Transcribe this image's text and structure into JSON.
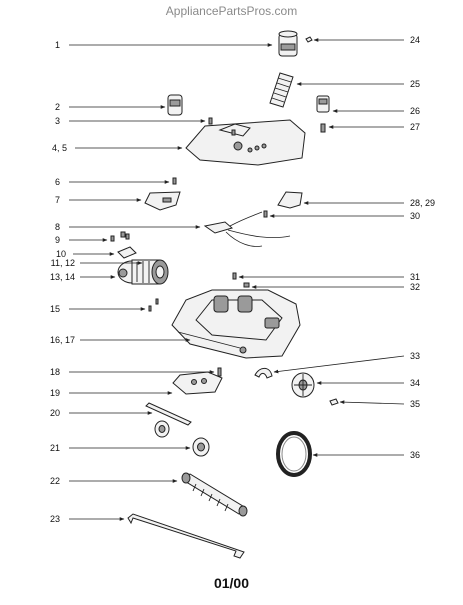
{
  "watermark": "AppliancePartsPros.com",
  "footer_code": "01/00",
  "callouts_left": [
    "1",
    "2",
    "3",
    "4, 5",
    "6",
    "7",
    "8",
    "9",
    "10",
    "11, 12",
    "13, 14",
    "15",
    "16, 17",
    "18",
    "19",
    "20",
    "21",
    "22",
    "23"
  ],
  "callouts_right": [
    "24",
    "25",
    "26",
    "27",
    "28, 29",
    "30",
    "31",
    "32",
    "33",
    "34",
    "35",
    "36"
  ]
}
